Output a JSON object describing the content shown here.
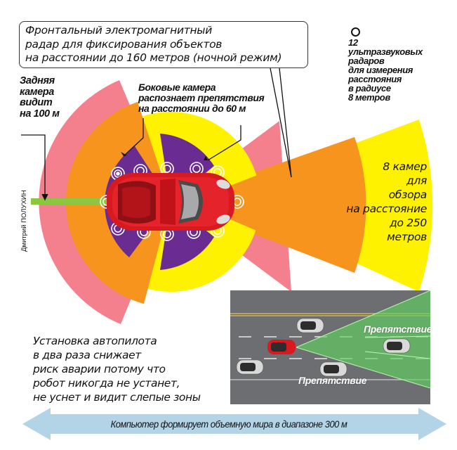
{
  "callout_front_radar": {
    "lines": [
      "Фронтальный электромагнитный",
      "радар для фиксирования объектов",
      "на расстоянии до 160 метров (ночной режим)"
    ]
  },
  "ultrasonic": {
    "icon": "ring-icon",
    "lines": [
      "12",
      "ультразвуковых",
      "радаров",
      "для измерения",
      "расстояния",
      "в радиусе",
      "8 метров"
    ]
  },
  "rear_camera": {
    "lines": [
      "Задняя",
      "камера",
      "видит",
      "на 100 м"
    ]
  },
  "side_cameras": {
    "lines": [
      "Боковые камера",
      "распознает препятствия",
      "на расстоянии до 60 м"
    ]
  },
  "eight_cameras": {
    "lines": [
      "8 камер",
      "для",
      "обзора",
      "на расстояние",
      "до 250",
      "метров"
    ]
  },
  "credit": "Дмитрий ПОЛУХИН",
  "autopilot_text": {
    "lines": [
      "Установка автопилота",
      "в два раза снижает",
      "риск аварии потому что",
      "робот никогда не устанет,",
      "не уснет и видит слепые зоны"
    ]
  },
  "road_scene": {
    "obstacle_label_1": "Препятствие",
    "obstacle_label_2": "Препятствие"
  },
  "range_arrow": {
    "label": "Компьютер формирует объемную мира в диапазоне 300 м"
  },
  "colors": {
    "pink": "#f4808e",
    "orange": "#f7941e",
    "yellow": "#fff200",
    "purple": "#6a2c91",
    "green_beam": "#8dc63f",
    "road": "#6d6e71",
    "arrow": "#b3d4e6",
    "car_red": "#d71920"
  }
}
